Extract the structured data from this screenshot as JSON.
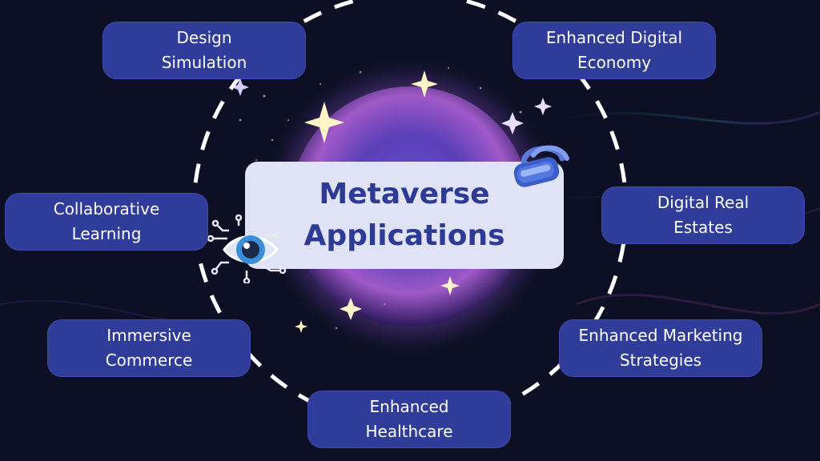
{
  "center": {
    "title": "Metaverse\nApplications"
  },
  "nodes": {
    "design_simulation": "Design\nSimulation",
    "enhanced_digital_economy": "Enhanced Digital\nEconomy",
    "collaborative_learning": "Collaborative\nLearning",
    "digital_real_estates": "Digital Real\nEstates",
    "immersive_commerce": "Immersive\nCommerce",
    "enhanced_marketing_strategies": "Enhanced Marketing\nStrategies",
    "enhanced_healthcare": "Enhanced\nHealthcare"
  },
  "icons": [
    "vr-headset-icon",
    "eye-circuit-icon",
    "sparkle-icon"
  ],
  "colors": {
    "background": "#0d1024",
    "node_fill": "#303c9a",
    "center_fill": "#dfe3f5",
    "center_text": "#2d3a96",
    "ring": "#ffffff",
    "glow": "#9a6bdc"
  }
}
